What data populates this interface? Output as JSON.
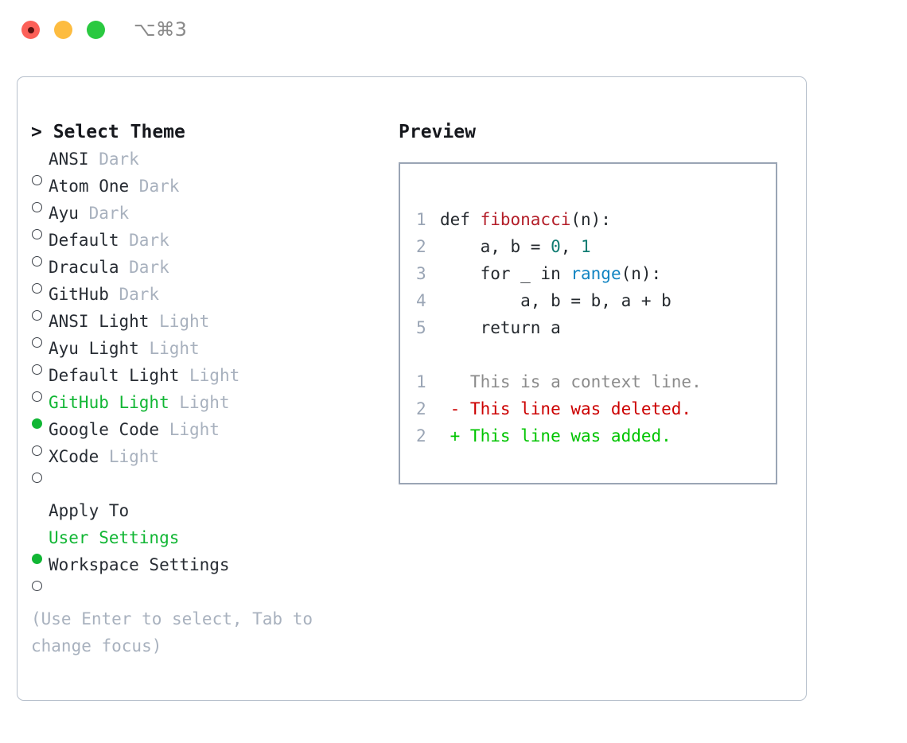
{
  "titlebar": {
    "shortcut": "⌥⌘3",
    "lights": [
      {
        "name": "close",
        "color": "#fc6058"
      },
      {
        "name": "minimize",
        "color": "#fdbc40"
      },
      {
        "name": "zoom",
        "color": "#2ac940"
      }
    ]
  },
  "theme_panel": {
    "header": "> Select Theme",
    "options": [
      {
        "label": "ANSI",
        "category": "Dark",
        "selected": false
      },
      {
        "label": "Atom One",
        "category": "Dark",
        "selected": false
      },
      {
        "label": "Ayu",
        "category": "Dark",
        "selected": false
      },
      {
        "label": "Default",
        "category": "Dark",
        "selected": false
      },
      {
        "label": "Dracula",
        "category": "Dark",
        "selected": false
      },
      {
        "label": "GitHub",
        "category": "Dark",
        "selected": false
      },
      {
        "label": "ANSI Light",
        "category": "Light",
        "selected": false
      },
      {
        "label": "Ayu Light",
        "category": "Light",
        "selected": false
      },
      {
        "label": "Default Light",
        "category": "Light",
        "selected": false
      },
      {
        "label": "GitHub Light",
        "category": "Light",
        "selected": true
      },
      {
        "label": "Google Code",
        "category": "Light",
        "selected": false
      },
      {
        "label": "XCode",
        "category": "Light",
        "selected": false
      }
    ]
  },
  "apply_to": {
    "header": "Apply To",
    "options": [
      {
        "label": "User Settings",
        "selected": true
      },
      {
        "label": "Workspace Settings",
        "selected": false
      }
    ]
  },
  "hint": "(Use Enter to select, Tab to change focus)",
  "preview": {
    "title": "Preview",
    "code_lines": [
      {
        "num": "1",
        "tokens": [
          {
            "t": "def ",
            "c": "plain"
          },
          {
            "t": "fibonacci",
            "c": "fn"
          },
          {
            "t": "(n):",
            "c": "plain"
          }
        ]
      },
      {
        "num": "2",
        "tokens": [
          {
            "t": "    a, b = ",
            "c": "plain"
          },
          {
            "t": "0",
            "c": "num"
          },
          {
            "t": ", ",
            "c": "plain"
          },
          {
            "t": "1",
            "c": "num"
          }
        ]
      },
      {
        "num": "3",
        "tokens": [
          {
            "t": "    for _ in ",
            "c": "plain"
          },
          {
            "t": "range",
            "c": "call"
          },
          {
            "t": "(n):",
            "c": "plain"
          }
        ]
      },
      {
        "num": "4",
        "tokens": [
          {
            "t": "        a, b = b, a + b",
            "c": "plain"
          }
        ]
      },
      {
        "num": "5",
        "tokens": [
          {
            "t": "    return a",
            "c": "plain"
          }
        ]
      }
    ],
    "diff_lines": [
      {
        "num": "1",
        "marker": " ",
        "text": "This is a context line.",
        "kind": "ctx"
      },
      {
        "num": "2",
        "marker": "-",
        "text": "This line was deleted.",
        "kind": "del"
      },
      {
        "num": "2",
        "marker": "+",
        "text": "This line was added.",
        "kind": "add"
      }
    ]
  },
  "colors": {
    "selected": "#11b634",
    "muted": "#a8b1be",
    "border": "#9aa5b5",
    "diff_add": "#00c400",
    "diff_del": "#cc0000",
    "token_fn": "#b31d28",
    "token_num": "#0f7c72",
    "token_call": "#1184c2"
  }
}
